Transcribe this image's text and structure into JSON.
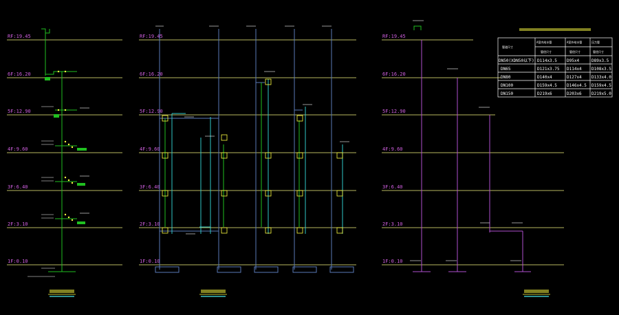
{
  "colors": {
    "background": "#000000",
    "floor_line": "#b8b860",
    "floor_label": "#d060e0",
    "pipe_green": "#20c020",
    "pipe_blue": "#5a7ab8",
    "pipe_cyan": "#30c8c8",
    "pipe_magenta": "#b050d0",
    "annotation": "#ffffff",
    "title": "#ffff40"
  },
  "diagrams": {
    "left": {
      "floors": [
        "RF:19.45",
        "6F:16.20",
        "5F:12.90",
        "4F:9.60",
        "3F:6.40",
        "2F:3.10",
        "1F:0.10"
      ]
    },
    "middle": {
      "floors": [
        "RF:19.45",
        "6F:16.20",
        "5F:12.90",
        "4F:9.60",
        "3F:6.40",
        "2F:3.10",
        "1F:0.10"
      ]
    },
    "right": {
      "floors": [
        "RF:19.45",
        "6F:16.20",
        "5F:12.90",
        "4F:9.60",
        "3F:6.40",
        "2F:3.10",
        "1F:0.10"
      ]
    }
  },
  "pipe_table": {
    "col_header": "管道尺寸",
    "group_a": "A室内给水管",
    "group_b": "A室外给水管",
    "group_c": "压力管",
    "sub_a": "管径尺寸",
    "sub_b": "管径尺寸",
    "sub_c": "管径尺寸",
    "rows": [
      [
        "DN50(XDN50以下)",
        "D114x3.5",
        "D95x4",
        "D89x3.5"
      ],
      [
        "DN65",
        "D121x3.75",
        "D114x4",
        "D108x3.5"
      ],
      [
        "DN80",
        "D140x4",
        "D127x4",
        "D133x4.0"
      ],
      [
        "DN100",
        "D159x4.5",
        "D146x4.5",
        "D159x4.5"
      ],
      [
        "DN150",
        "D219x6",
        "D203x6",
        "D219x5.0"
      ]
    ]
  }
}
